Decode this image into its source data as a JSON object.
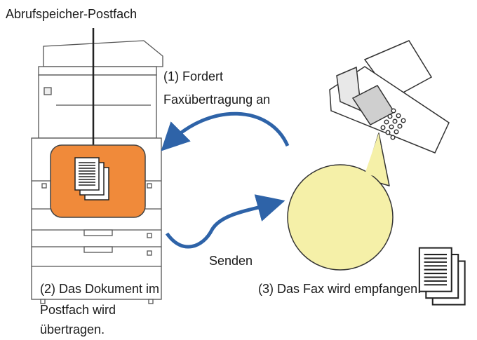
{
  "labels": {
    "mailbox": "Abrufspeicher-Postfach",
    "step1_line1": "(1) Fordert",
    "step1_line2": "Faxübertragung an",
    "send": "Senden",
    "step2_line1": "(2) Das Dokument im",
    "step2_line2": "Postfach wird",
    "step2_line3": "übertragen.",
    "step3": "(3) Das Fax wird empfangen."
  },
  "colors": {
    "mailbox_fill": "#f08a3a",
    "received_fill": "#f5f0a8",
    "arrow": "#2e63a8",
    "line": "#222222"
  },
  "icons": [
    "multifunction-printer-icon",
    "fax-machine-icon",
    "document-stack-icon",
    "curved-arrow-icon"
  ]
}
